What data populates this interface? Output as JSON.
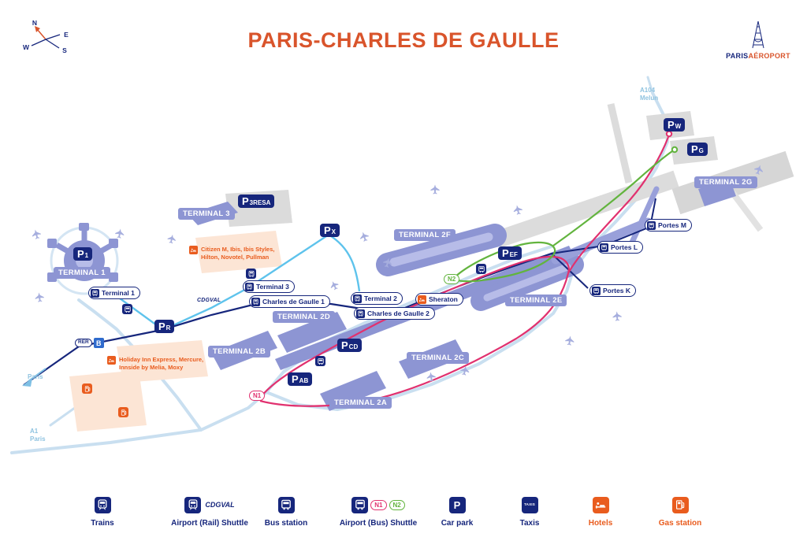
{
  "header": {
    "title": "PARIS-CHARLES DE GAULLE",
    "compass": {
      "n": "N",
      "e": "E",
      "w": "W",
      "s": "S"
    },
    "logo": {
      "primary": "PARIS",
      "secondary": "AÉROPORT"
    }
  },
  "map": {
    "terminals": [
      {
        "label": "TERMINAL 1"
      },
      {
        "label": "TERMINAL 3"
      },
      {
        "label": "TERMINAL 2F"
      },
      {
        "label": "TERMINAL 2E"
      },
      {
        "label": "TERMINAL 2D"
      },
      {
        "label": "TERMINAL 2B"
      },
      {
        "label": "TERMINAL 2C"
      },
      {
        "label": "TERMINAL 2A"
      },
      {
        "label": "TERMINAL 2G"
      }
    ],
    "parkings": [
      {
        "main": "P",
        "sub": "1"
      },
      {
        "main": "P",
        "sub": "3RESA"
      },
      {
        "main": "P",
        "sub": "X"
      },
      {
        "main": "P",
        "sub": "R"
      },
      {
        "main": "P",
        "sub": "EF"
      },
      {
        "main": "P",
        "sub": "CD"
      },
      {
        "main": "P",
        "sub": "AB"
      },
      {
        "main": "P",
        "sub": "W"
      },
      {
        "main": "P",
        "sub": "G"
      }
    ],
    "stations": [
      {
        "label": "Terminal 1"
      },
      {
        "label": "Terminal 3"
      },
      {
        "label": "Charles de Gaulle 1"
      },
      {
        "label": "Terminal 2"
      },
      {
        "label": "Charles de Gaulle 2"
      },
      {
        "label": "Portes M"
      },
      {
        "label": "Portes L"
      },
      {
        "label": "Portes K"
      },
      {
        "label": "Sheraton"
      }
    ],
    "hotel_notes": [
      {
        "text": "Citizen M,  Ibis, Ibis Styles,\nHilton, Novotel, Pullman"
      },
      {
        "text": "Holiday Inn Express, Mercure,\nInnside by Melia, Moxy"
      }
    ],
    "rer_badge": {
      "network": "RER",
      "line": "B"
    },
    "bus_lines": {
      "n1": "N1",
      "n2": "N2"
    },
    "cdgval": "CDGVAL",
    "roads": {
      "paris": "Paris",
      "a1": "A1\nParis",
      "a104": "A104\nMelun"
    }
  },
  "legend": {
    "items": [
      {
        "label": "Trains"
      },
      {
        "label": "Airport (Rail) Shuttle",
        "tag": "CDGVAL"
      },
      {
        "label": "Bus station"
      },
      {
        "label": "Airport (Bus) Shuttle",
        "badge1": "N1",
        "badge2": "N2"
      },
      {
        "label": "Car park",
        "glyph": "P"
      },
      {
        "label": "Taxis",
        "glyph": "TAXIS"
      },
      {
        "label": "Hotels"
      },
      {
        "label": "Gas station"
      }
    ]
  },
  "colors": {
    "navy": "#16267c",
    "terminal_purple": "#8d95d3",
    "title_orange": "#d9542b",
    "accent_orange": "#e95c1e",
    "n1_pink": "#e1316f",
    "n2_green": "#62b43e",
    "cdgval_blue": "#5ec3ec"
  }
}
